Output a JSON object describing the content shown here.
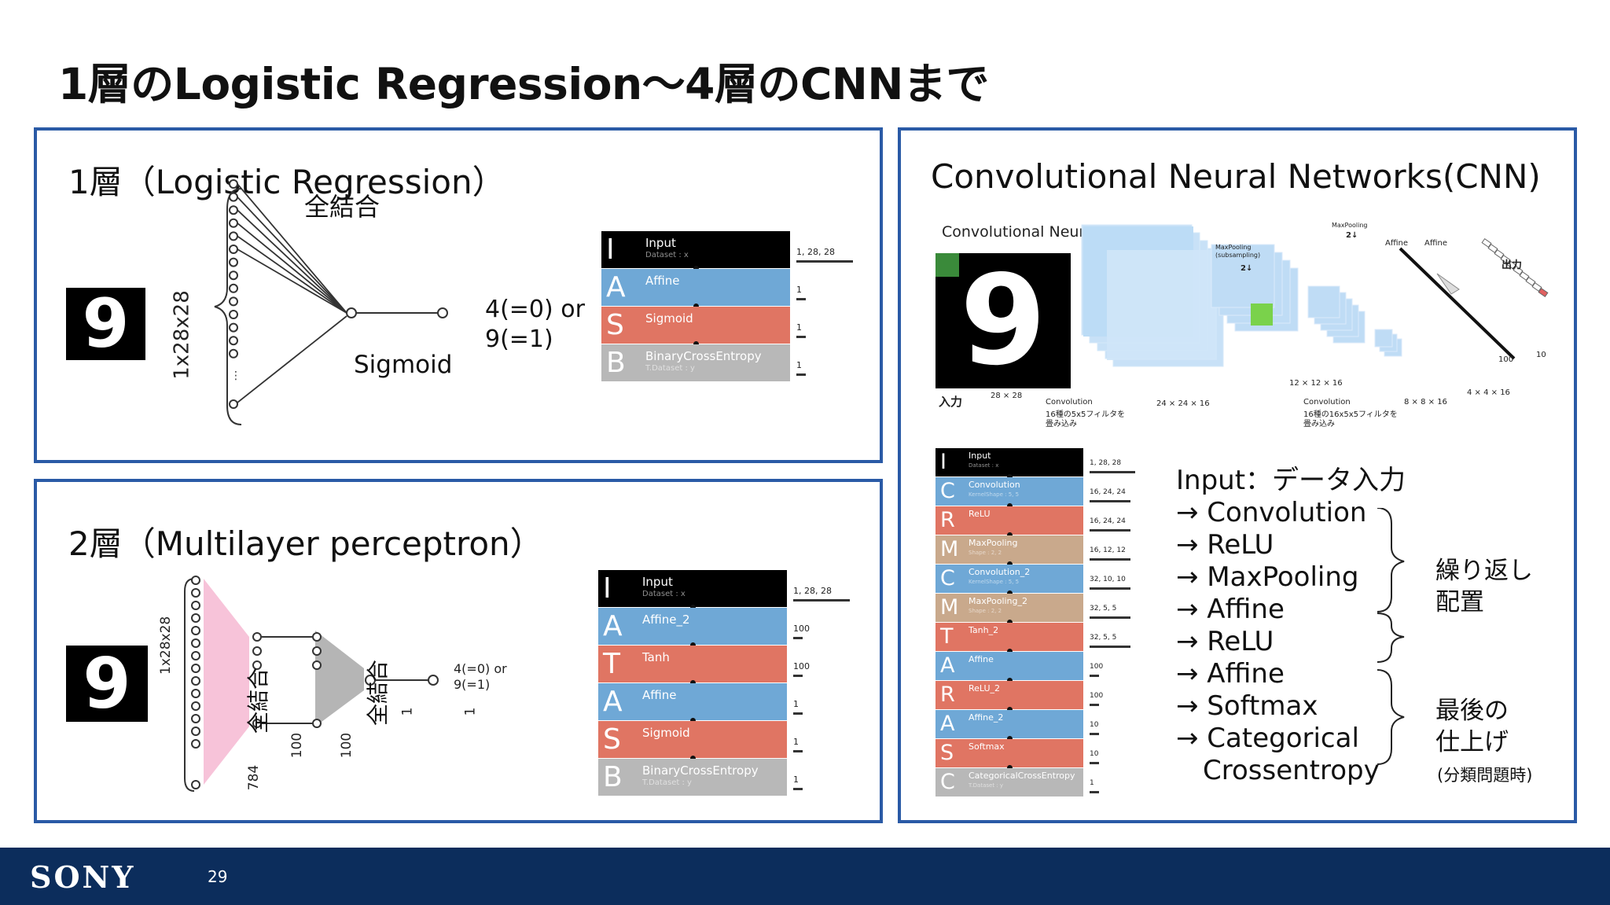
{
  "slide_title": "1層のLogistic Regression～4層のCNNまで",
  "panel1": {
    "title": "1層（Logistic Regression）",
    "digit": "9",
    "input_label": "1x28x28",
    "fully_connected": "全結合",
    "activation": "Sigmoid",
    "output": [
      "4(=0) or",
      "9(=1)"
    ],
    "layers": [
      {
        "letter": "I",
        "name": "Input",
        "sub": "Dataset : x",
        "shape": "1, 28, 28",
        "color": "#000000"
      },
      {
        "letter": "A",
        "name": "Affine",
        "sub": "",
        "shape": "1",
        "color": "#6fa8d6"
      },
      {
        "letter": "S",
        "name": "Sigmoid",
        "sub": "",
        "shape": "1",
        "color": "#e07563"
      },
      {
        "letter": "B",
        "name": "BinaryCrossEntropy",
        "sub": "T.Dataset : y",
        "shape": "1",
        "color": "#b8b8b8"
      }
    ]
  },
  "panel2": {
    "title": "2層（Multilayer perceptron）",
    "digit": "9",
    "input_label": "1x28x28",
    "fully_connected_1": "全結合",
    "fully_connected_2": "全結合",
    "counts": [
      "784",
      "100",
      "100",
      "1",
      "1"
    ],
    "output": [
      "4(=0) or",
      "9(=1)"
    ],
    "layers": [
      {
        "letter": "I",
        "name": "Input",
        "sub": "Dataset : x",
        "shape": "1, 28, 28",
        "color": "#000000"
      },
      {
        "letter": "A",
        "name": "Affine_2",
        "sub": "",
        "shape": "100",
        "color": "#6fa8d6"
      },
      {
        "letter": "T",
        "name": "Tanh",
        "sub": "",
        "shape": "100",
        "color": "#e07563"
      },
      {
        "letter": "A",
        "name": "Affine",
        "sub": "",
        "shape": "1",
        "color": "#6fa8d6"
      },
      {
        "letter": "S",
        "name": "Sigmoid",
        "sub": "",
        "shape": "1",
        "color": "#e07563"
      },
      {
        "letter": "B",
        "name": "BinaryCrossEntropy",
        "sub": "T.Dataset : y",
        "shape": "1",
        "color": "#b8b8b8"
      }
    ]
  },
  "panel3": {
    "title": "Convolutional Neural Networks(CNN)",
    "diagram_title": "Convolutional Neural Network",
    "digit": "9",
    "labels": {
      "input": "入力",
      "size_28": "28 × 28",
      "conv1": [
        "Convolution",
        "16種の5x5フィルタを",
        "畳み込み"
      ],
      "size_24": "24 × 24 × 16",
      "maxpool1": [
        "MaxPooling",
        "(subsampling)"
      ],
      "down1": "2↓",
      "size_12": "12 × 12 × 16",
      "maxpool2": "MaxPooling",
      "down2": "2↓",
      "conv2": [
        "Convolution",
        "16種の16x5x5フィルタを",
        "畳み込み"
      ],
      "size_8": "8 × 8 × 16",
      "size_4": "4 × 4 × 16",
      "affine1": "Affine",
      "affine2": "Affine",
      "n100": "100",
      "n10": "10",
      "output": "出力"
    },
    "layers": [
      {
        "letter": "I",
        "name": "Input",
        "sub": "Dataset : x",
        "shape": "1, 28, 28",
        "color": "#000000"
      },
      {
        "letter": "C",
        "name": "Convolution",
        "sub": "KernelShape : 5, 5",
        "shape": "16, 24, 24",
        "color": "#6fa8d6"
      },
      {
        "letter": "R",
        "name": "ReLU",
        "sub": "",
        "shape": "16, 24, 24",
        "color": "#e07563"
      },
      {
        "letter": "M",
        "name": "MaxPooling",
        "sub": "Shape : 2, 2",
        "shape": "16, 12, 12",
        "color": "#c9a98c"
      },
      {
        "letter": "C",
        "name": "Convolution_2",
        "sub": "KernelShape : 5, 5",
        "shape": "32, 10, 10",
        "color": "#6fa8d6"
      },
      {
        "letter": "M",
        "name": "MaxPooling_2",
        "sub": "Shape : 2, 2",
        "shape": "32, 5, 5",
        "color": "#c9a98c"
      },
      {
        "letter": "T",
        "name": "Tanh_2",
        "sub": "",
        "shape": "32, 5, 5",
        "color": "#e07563"
      },
      {
        "letter": "A",
        "name": "Affine",
        "sub": "",
        "shape": "100",
        "color": "#6fa8d6"
      },
      {
        "letter": "R",
        "name": "ReLU_2",
        "sub": "",
        "shape": "100",
        "color": "#e07563"
      },
      {
        "letter": "A",
        "name": "Affine_2",
        "sub": "",
        "shape": "10",
        "color": "#6fa8d6"
      },
      {
        "letter": "S",
        "name": "Softmax",
        "sub": "",
        "shape": "10",
        "color": "#e07563"
      },
      {
        "letter": "C",
        "name": "CategoricalCrossEntropy",
        "sub": "T.Dataset : y",
        "shape": "1",
        "color": "#b8b8b8"
      }
    ],
    "flow": [
      "Input：データ入力",
      "→ Convolution",
      "→ ReLU",
      "→ MaxPooling",
      "→ Affine",
      "→ ReLU",
      "→ Affine",
      "→ Softmax",
      "→ Categorical",
      "　Crossentropy"
    ],
    "note_repeat": [
      "繰り返し",
      "配置"
    ],
    "note_final": [
      "最後の",
      "仕上げ"
    ],
    "note_final_sub": "(分類問題時)"
  },
  "footer": {
    "logo": "SONY",
    "page_number": "29"
  },
  "colors": {
    "panel_border": "#2a5aa6",
    "footer_bg": "#0c2d5c"
  }
}
